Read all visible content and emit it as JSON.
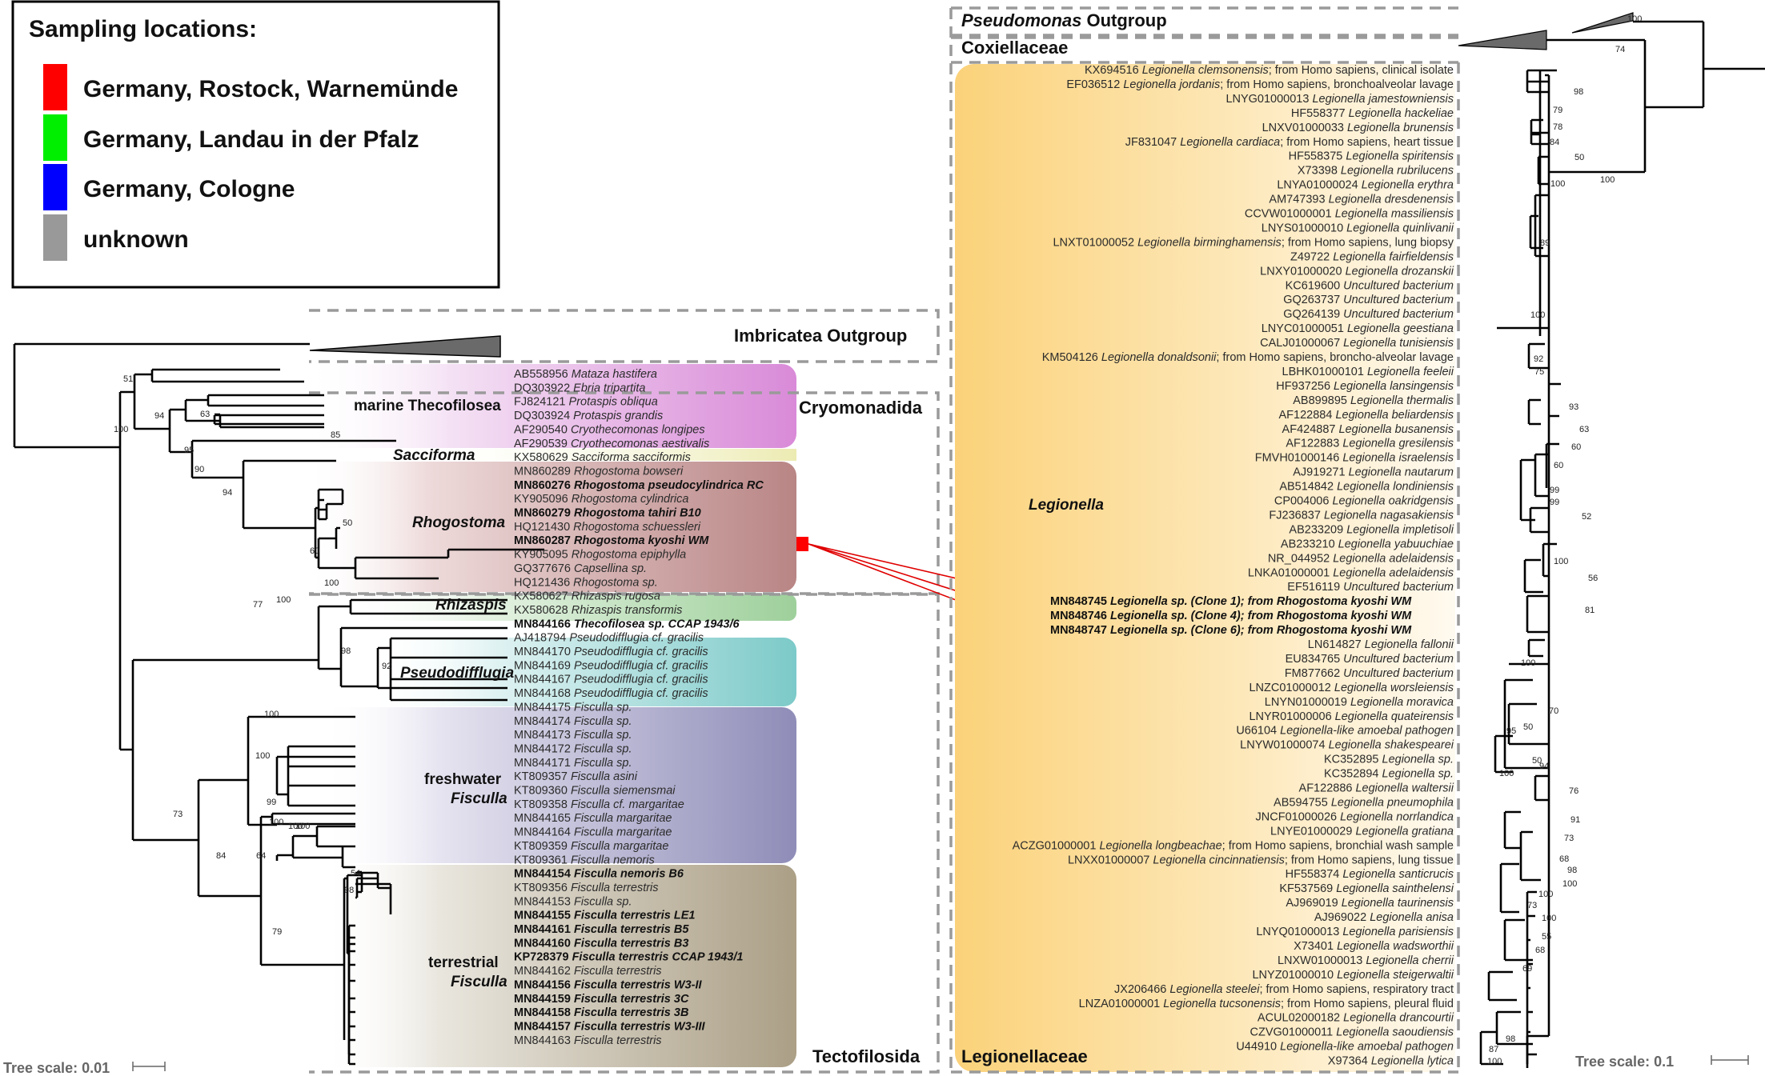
{
  "legend": {
    "title": "Sampling locations:",
    "items": [
      {
        "label": "Germany, Rostock, Warnemünde",
        "color": "#ff0000"
      },
      {
        "label": "Germany, Landau in der Pfalz",
        "color": "#00ee00"
      },
      {
        "label": "Germany, Cologne",
        "color": "#0000ff"
      },
      {
        "label": "unknown",
        "color": "#999999"
      }
    ]
  },
  "left_tree": {
    "outgroup_label": "Imbricatea Outgroup",
    "order_labels": [
      "Cryomonadida",
      "Tectofilosida"
    ],
    "scale_label": "Tree scale: 0.01",
    "clades": {
      "marine_thecofilosea": "marine Thecofilosea",
      "sacciforma": "Sacciforma",
      "rhogostoma": "Rhogostoma",
      "rhizaspis": "Rhizaspis",
      "pseudodifflugia": "Pseudodifflugia",
      "freshwater_fisculla_1": "freshwater",
      "freshwater_fisculla_2": "Fisculla",
      "terrestrial_fisculla_1": "terrestrial",
      "terrestrial_fisculla_2": "Fisculla"
    },
    "tips": [
      {
        "acc": "AB558956",
        "name": "Mataza hastifera",
        "bold": false
      },
      {
        "acc": "DQ303922",
        "name": "Ebria tripartita",
        "bold": false
      },
      {
        "acc": "FJ824121",
        "name": "Protaspis obliqua",
        "bold": false
      },
      {
        "acc": "DQ303924",
        "name": "Protaspis grandis",
        "bold": false
      },
      {
        "acc": "AF290540",
        "name": "Cryothecomonas longipes",
        "bold": false
      },
      {
        "acc": "AF290539",
        "name": "Cryothecomonas aestivalis",
        "bold": false
      },
      {
        "acc": "KX580629",
        "name": "Sacciforma sacciformis",
        "bold": false
      },
      {
        "acc": "MN860289",
        "name": "Rhogostoma bowseri",
        "bold": false
      },
      {
        "acc": "MN860276",
        "name": "Rhogostoma pseudocylindrica RC",
        "bold": true
      },
      {
        "acc": "KY905096",
        "name": "Rhogostoma cylindrica",
        "bold": false
      },
      {
        "acc": "MN860279",
        "name": "Rhogostoma tahiri B10",
        "bold": true
      },
      {
        "acc": "HQ121430",
        "name": "Rhogostoma schuessleri",
        "bold": false
      },
      {
        "acc": "MN860287",
        "name": "Rhogostoma kyoshi WM",
        "bold": true
      },
      {
        "acc": "KY905095",
        "name": "Rhogostoma epiphylla",
        "bold": false
      },
      {
        "acc": "GQ377676",
        "name": "Capsellina sp.",
        "bold": false
      },
      {
        "acc": "HQ121436",
        "name": "Rhogostoma sp.",
        "bold": false
      },
      {
        "acc": "KX580627",
        "name": "Rhizaspis rugosa",
        "bold": false
      },
      {
        "acc": "KX580628",
        "name": "Rhizaspis transformis",
        "bold": false
      },
      {
        "acc": "MN844166",
        "name": "Thecofilosea sp. CCAP 1943/6",
        "bold": true
      },
      {
        "acc": "AJ418794",
        "name": "Pseudodifflugia cf. gracilis",
        "bold": false
      },
      {
        "acc": "MN844170",
        "name": "Pseudodifflugia cf. gracilis",
        "bold": false
      },
      {
        "acc": "MN844169",
        "name": "Pseudodifflugia cf. gracilis",
        "bold": false
      },
      {
        "acc": "MN844167",
        "name": "Pseudodifflugia cf. gracilis",
        "bold": false
      },
      {
        "acc": "MN844168",
        "name": "Pseudodifflugia cf. gracilis",
        "bold": false
      },
      {
        "acc": "MN844175",
        "name": "Fisculla sp.",
        "bold": false
      },
      {
        "acc": "MN844174",
        "name": "Fisculla sp.",
        "bold": false
      },
      {
        "acc": "MN844173",
        "name": "Fisculla sp.",
        "bold": false
      },
      {
        "acc": "MN844172",
        "name": "Fisculla sp.",
        "bold": false
      },
      {
        "acc": "MN844171",
        "name": "Fisculla sp.",
        "bold": false
      },
      {
        "acc": "KT809357",
        "name": "Fisculla asini",
        "bold": false
      },
      {
        "acc": "KT809360",
        "name": "Fisculla siemensmai",
        "bold": false
      },
      {
        "acc": "KT809358",
        "name": "Fisculla cf. margaritae",
        "bold": false
      },
      {
        "acc": "MN844165",
        "name": "Fisculla margaritae",
        "bold": false
      },
      {
        "acc": "MN844164",
        "name": "Fisculla margaritae",
        "bold": false
      },
      {
        "acc": "KT809359",
        "name": "Fisculla margaritae",
        "bold": false
      },
      {
        "acc": "KT809361",
        "name": "Fisculla nemoris",
        "bold": false
      },
      {
        "acc": "MN844154",
        "name": "Fisculla nemoris B6",
        "bold": true
      },
      {
        "acc": "KT809356",
        "name": "Fisculla terrestris",
        "bold": false
      },
      {
        "acc": "MN844153",
        "name": "Fisculla sp.",
        "bold": false
      },
      {
        "acc": "MN844155",
        "name": "Fisculla terrestris LE1",
        "bold": true
      },
      {
        "acc": "MN844161",
        "name": "Fisculla terrestris B5",
        "bold": true
      },
      {
        "acc": "MN844160",
        "name": "Fisculla terrestris B3",
        "bold": true
      },
      {
        "acc": "KP728379",
        "name": "Fisculla terrestris CCAP 1943/1",
        "bold": true
      },
      {
        "acc": "MN844162",
        "name": "Fisculla terrestris",
        "bold": false
      },
      {
        "acc": "MN844156",
        "name": "Fisculla terrestris W3-II",
        "bold": true
      },
      {
        "acc": "MN844159",
        "name": "Fisculla terrestris 3C",
        "bold": true
      },
      {
        "acc": "MN844158",
        "name": "Fisculla terrestris 3B",
        "bold": true
      },
      {
        "acc": "MN844157",
        "name": "Fisculla terrestris W3-III",
        "bold": true
      },
      {
        "acc": "MN844163",
        "name": "Fisculla terrestris",
        "bold": false
      }
    ],
    "support_values": [
      "51",
      "100",
      "94",
      "95",
      "90",
      "94",
      "63",
      "85",
      "50",
      "60",
      "100",
      "100",
      "77",
      "98",
      "92",
      "100",
      "100",
      "73",
      "99",
      "100",
      "84",
      "100",
      "64",
      "100",
      "54",
      "98",
      "79"
    ]
  },
  "right_tree": {
    "outgroup_labels": [
      {
        "italic": "Pseudomonas",
        "rest": " Outgroup"
      },
      {
        "italic": "",
        "rest": "Coxiellaceae"
      }
    ],
    "genus_label": "Legionella",
    "family_label": "Legionellaceae",
    "scale_label": "Tree scale: 0.1",
    "tips": [
      {
        "acc": "KX694516",
        "name": "Legionella clemsonensis",
        "note": "; from Homo sapiens, clinical isolate"
      },
      {
        "acc": "EF036512",
        "name": "Legionella jordanis",
        "note": "; from Homo sapiens, bronchoalveolar lavage"
      },
      {
        "acc": "LNYG01000013",
        "name": "Legionella jamestowniensis",
        "note": ""
      },
      {
        "acc": "HF558377",
        "name": "Legionella hackeliae",
        "note": ""
      },
      {
        "acc": "LNXV01000033",
        "name": "Legionella brunensis",
        "note": ""
      },
      {
        "acc": "JF831047",
        "name": "Legionella cardiaca",
        "note": "; from Homo sapiens, heart tissue"
      },
      {
        "acc": "HF558375",
        "name": "Legionella spiritensis",
        "note": ""
      },
      {
        "acc": "X73398",
        "name": "Legionella rubrilucens",
        "note": ""
      },
      {
        "acc": "LNYA01000024",
        "name": "Legionella erythra",
        "note": ""
      },
      {
        "acc": "AM747393",
        "name": "Legionella dresdenensis",
        "note": ""
      },
      {
        "acc": "CCVW01000001",
        "name": "Legionella massiliensis",
        "note": ""
      },
      {
        "acc": "LNYS01000010",
        "name": "Legionella quinlivanii",
        "note": ""
      },
      {
        "acc": "LNXT01000052",
        "name": "Legionella birminghamensis",
        "note": "; from Homo sapiens, lung biopsy"
      },
      {
        "acc": "Z49722",
        "name": "Legionella fairfieldensis",
        "note": ""
      },
      {
        "acc": "LNXY01000020",
        "name": "Legionella drozanskii",
        "note": ""
      },
      {
        "acc": "KC619600",
        "name": "Uncultured bacterium",
        "note": ""
      },
      {
        "acc": "GQ263737",
        "name": "Uncultured bacterium",
        "note": ""
      },
      {
        "acc": "GQ264139",
        "name": "Uncultured bacterium",
        "note": ""
      },
      {
        "acc": "LNYC01000051",
        "name": "Legionella geestiana",
        "note": ""
      },
      {
        "acc": "CALJ01000067",
        "name": "Legionella tunisiensis",
        "note": ""
      },
      {
        "acc": "KM504126",
        "name": "Legionella donaldsonii",
        "note": "; from Homo sapiens, broncho-alveolar lavage"
      },
      {
        "acc": "LBHK01000101",
        "name": "Legionella feeleii",
        "note": ""
      },
      {
        "acc": "HF937256",
        "name": "Legionella lansingensis",
        "note": ""
      },
      {
        "acc": "AB899895",
        "name": "Legionella thermalis",
        "note": ""
      },
      {
        "acc": "AF122884",
        "name": "Legionella beliardensis",
        "note": ""
      },
      {
        "acc": "AF424887",
        "name": "Legionella busanensis",
        "note": ""
      },
      {
        "acc": "AF122883",
        "name": "Legionella gresilensis",
        "note": ""
      },
      {
        "acc": "FMVH01000146",
        "name": "Legionella israelensis",
        "note": ""
      },
      {
        "acc": "AJ919271",
        "name": "Legionella nautarum",
        "note": ""
      },
      {
        "acc": "AB514842",
        "name": "Legionella londiniensis",
        "note": ""
      },
      {
        "acc": "CP004006",
        "name": "Legionella oakridgensis",
        "note": ""
      },
      {
        "acc": "FJ236837",
        "name": "Legionella nagasakiensis",
        "note": ""
      },
      {
        "acc": "AB233209",
        "name": "Legionella impletisoli",
        "note": ""
      },
      {
        "acc": "AB233210",
        "name": "Legionella yabuuchiae",
        "note": ""
      },
      {
        "acc": "NR_044952",
        "name": "Legionella adelaidensis",
        "note": ""
      },
      {
        "acc": "LNKA01000001",
        "name": "Legionella adelaidensis",
        "note": ""
      },
      {
        "acc": "EF516119",
        "name": "Uncultured bacterium",
        "note": ""
      },
      {
        "acc": "MN848745",
        "name": "Legionella sp. (Clone 1); from Rhogostoma kyoshi WM",
        "note": "",
        "bold": true
      },
      {
        "acc": "MN848746",
        "name": "Legionella sp. (Clone 4); from Rhogostoma kyoshi WM",
        "note": "",
        "bold": true
      },
      {
        "acc": "MN848747",
        "name": "Legionella sp. (Clone 6); from Rhogostoma kyoshi WM",
        "note": "",
        "bold": true
      },
      {
        "acc": "LN614827",
        "name": "Legionella fallonii",
        "note": ""
      },
      {
        "acc": "EU834765",
        "name": "Uncultured bacterium",
        "note": ""
      },
      {
        "acc": "FM877662",
        "name": "Uncultured bacterium",
        "note": ""
      },
      {
        "acc": "LNZC01000012",
        "name": "Legionella worsleiensis",
        "note": ""
      },
      {
        "acc": "LNYN01000019",
        "name": "Legionella moravica",
        "note": ""
      },
      {
        "acc": "LNYR01000006",
        "name": "Legionella quateirensis",
        "note": ""
      },
      {
        "acc": "U66104",
        "name": "Legionella-like amoebal pathogen",
        "note": ""
      },
      {
        "acc": "LNYW01000074",
        "name": "Legionella shakespearei",
        "note": ""
      },
      {
        "acc": "KC352895",
        "name": "Legionella sp.",
        "note": ""
      },
      {
        "acc": "KC352894",
        "name": "Legionella sp.",
        "note": ""
      },
      {
        "acc": "AF122886",
        "name": "Legionella waltersii",
        "note": ""
      },
      {
        "acc": "AB594755",
        "name": "Legionella pneumophila",
        "note": ""
      },
      {
        "acc": "JNCF01000026",
        "name": "Legionella norrlandica",
        "note": ""
      },
      {
        "acc": "LNYE01000029",
        "name": "Legionella gratiana",
        "note": ""
      },
      {
        "acc": "ACZG01000001",
        "name": "Legionella longbeachae",
        "note": "; from Homo sapiens, bronchial wash sample"
      },
      {
        "acc": "LNXX01000007",
        "name": "Legionella cincinnatiensis",
        "note": "; from Homo sapiens, lung tissue"
      },
      {
        "acc": "HF558374",
        "name": "Legionella santicrucis",
        "note": ""
      },
      {
        "acc": "KF537569",
        "name": "Legionella sainthelensi",
        "note": ""
      },
      {
        "acc": "AJ969019",
        "name": "Legionella taurinensis",
        "note": ""
      },
      {
        "acc": "AJ969022",
        "name": "Legionella anisa",
        "note": ""
      },
      {
        "acc": "LNYQ01000013",
        "name": "Legionella parisiensis",
        "note": ""
      },
      {
        "acc": "X73401",
        "name": "Legionella wadsworthii",
        "note": ""
      },
      {
        "acc": "LNXW01000013",
        "name": "Legionella cherrii",
        "note": ""
      },
      {
        "acc": "LNYZ01000010",
        "name": "Legionella steigerwaltii",
        "note": ""
      },
      {
        "acc": "JX206466",
        "name": "Legionella steelei",
        "note": "; from Homo sapiens, respiratory tract"
      },
      {
        "acc": "LNZA01000001",
        "name": "Legionella tucsonensis",
        "note": "; from Homo sapiens, pleural fluid"
      },
      {
        "acc": "ACUL02000182",
        "name": "Legionella drancourtii",
        "note": ""
      },
      {
        "acc": "CZVG01000011",
        "name": "Legionella saoudiensis",
        "note": ""
      },
      {
        "acc": "U44910",
        "name": "Legionella-like amoebal pathogen",
        "note": ""
      },
      {
        "acc": "X97364",
        "name": "Legionella lytica",
        "note": ""
      }
    ],
    "support_values": [
      "100",
      "74",
      "98",
      "79",
      "78",
      "84",
      "50",
      "100",
      "100",
      "89",
      "100",
      "92",
      "75",
      "93",
      "63",
      "60",
      "60",
      "99",
      "99",
      "52",
      "100",
      "56",
      "81",
      "100",
      "70",
      "50",
      "95",
      "50",
      "100",
      "94",
      "76",
      "91",
      "73",
      "68",
      "98",
      "100",
      "100",
      "73",
      "100",
      "55",
      "68",
      "69",
      "98",
      "87",
      "100"
    ]
  }
}
